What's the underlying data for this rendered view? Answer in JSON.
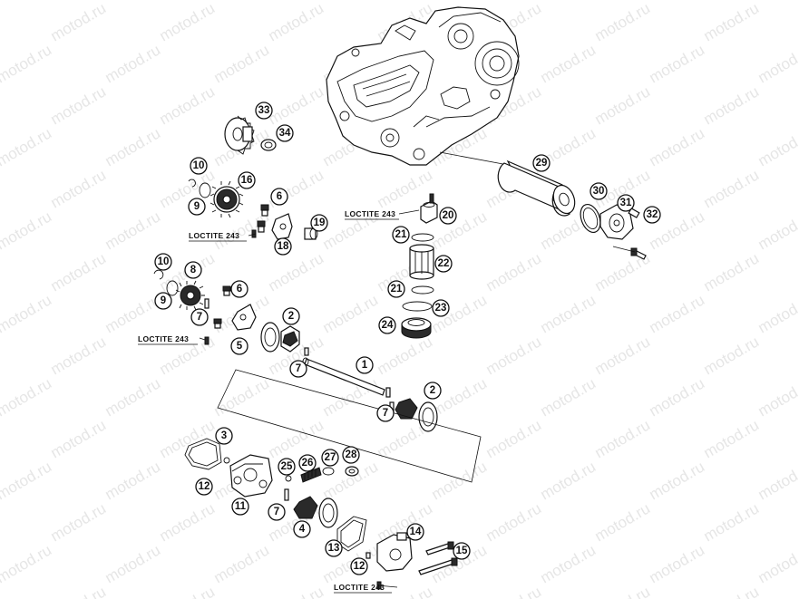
{
  "watermark": "motod.ru",
  "callouts": [
    {
      "id": "c1",
      "label": "1"
    },
    {
      "id": "c2a",
      "label": "2"
    },
    {
      "id": "c2b",
      "label": "2"
    },
    {
      "id": "c3",
      "label": "3"
    },
    {
      "id": "c4",
      "label": "4"
    },
    {
      "id": "c5",
      "label": "5"
    },
    {
      "id": "c6a",
      "label": "6"
    },
    {
      "id": "c6b",
      "label": "6"
    },
    {
      "id": "c7a",
      "label": "7"
    },
    {
      "id": "c7b",
      "label": "7"
    },
    {
      "id": "c7c",
      "label": "7"
    },
    {
      "id": "c7d",
      "label": "7"
    },
    {
      "id": "c8",
      "label": "8"
    },
    {
      "id": "c9a",
      "label": "9"
    },
    {
      "id": "c9b",
      "label": "9"
    },
    {
      "id": "c10a",
      "label": "10"
    },
    {
      "id": "c10b",
      "label": "10"
    },
    {
      "id": "c11",
      "label": "11"
    },
    {
      "id": "c12a",
      "label": "12"
    },
    {
      "id": "c12b",
      "label": "12"
    },
    {
      "id": "c13",
      "label": "13"
    },
    {
      "id": "c14",
      "label": "14"
    },
    {
      "id": "c15",
      "label": "15"
    },
    {
      "id": "c16",
      "label": "16"
    },
    {
      "id": "c18",
      "label": "18"
    },
    {
      "id": "c19",
      "label": "19"
    },
    {
      "id": "c20",
      "label": "20"
    },
    {
      "id": "c21a",
      "label": "21"
    },
    {
      "id": "c21b",
      "label": "21"
    },
    {
      "id": "c22",
      "label": "22"
    },
    {
      "id": "c23",
      "label": "23"
    },
    {
      "id": "c24",
      "label": "24"
    },
    {
      "id": "c25",
      "label": "25"
    },
    {
      "id": "c26",
      "label": "26"
    },
    {
      "id": "c27",
      "label": "27"
    },
    {
      "id": "c28",
      "label": "28"
    },
    {
      "id": "c29",
      "label": "29"
    },
    {
      "id": "c30",
      "label": "30"
    },
    {
      "id": "c31",
      "label": "31"
    },
    {
      "id": "c32",
      "label": "32"
    },
    {
      "id": "c33",
      "label": "33"
    },
    {
      "id": "c34",
      "label": "34"
    }
  ],
  "loctite_labels": [
    {
      "id": "lt1",
      "text": "LOCTITE 243"
    },
    {
      "id": "lt2",
      "text": "LOCTITE 243"
    },
    {
      "id": "lt3",
      "text": "LOCTITE 243"
    },
    {
      "id": "lt4",
      "text": "LOCTITE 243"
    }
  ]
}
